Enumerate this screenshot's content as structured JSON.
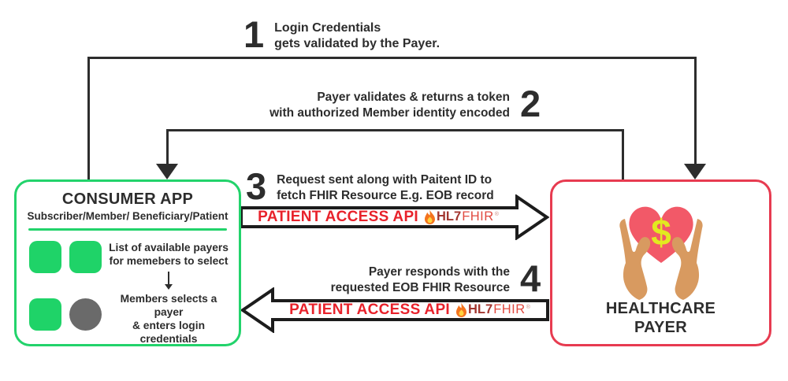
{
  "steps": [
    {
      "number": "1",
      "line1": "Login Credentials",
      "line2": "gets validated by the Payer."
    },
    {
      "number": "2",
      "line1": "Payer validates & returns a token",
      "line2": "with authorized Member identity encoded"
    },
    {
      "number": "3",
      "line1": "Request sent along with Paitent ID to",
      "line2": "fetch FHIR Resource E.g. EOB record"
    },
    {
      "number": "4",
      "line1": "Payer responds with the",
      "line2": "requested EOB FHIR Resource"
    }
  ],
  "api_arrow": {
    "label": "PATIENT ACCESS API",
    "hl7": "HL7",
    "fhir": "FHIR",
    "registered_mark": "®"
  },
  "consumer_app": {
    "title": "CONSUMER APP",
    "subtitle": "Subscriber/Member/ Beneficiary/Patient",
    "note1_line1": "List of available payers",
    "note1_line2": "for memebers to select",
    "note2_line1": "Members selects a payer",
    "note2_line2": "& enters login credentials"
  },
  "healthcare_payer": {
    "title_line1": "HEALTHCARE",
    "title_line2": "PAYER",
    "dollar_symbol": "$"
  },
  "colors": {
    "green": "#22d36b",
    "square_green": "#1fd368",
    "red_border": "#e73b50",
    "connector_dark": "#2d2d2d",
    "api_text_red": "#e8222b",
    "hl7_red": "#a2362f",
    "fhir_red": "#e14a40",
    "flame_orange": "#f4741e",
    "flame_yellow": "#ffd23f",
    "heart_pink": "#f25968",
    "dollar_yellow": "#e2ea20",
    "hand_tan": "#d89a60",
    "circle_gray": "#6a6a6a"
  }
}
